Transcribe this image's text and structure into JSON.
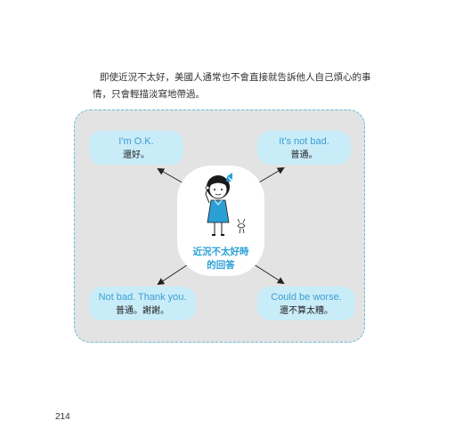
{
  "intro_text": "即使近況不太好，美國人通常也不會直接就告訴他人自己煩心的事情，只會輕描淡寫地帶過。",
  "center_label_line1": "近況不太好時",
  "center_label_line2": "的回答",
  "bubbles": [
    {
      "en": "I'm O.K.",
      "zh": "還好。"
    },
    {
      "en": "It's not bad.",
      "zh": "普通。"
    },
    {
      "en": "Not bad. Thank you.",
      "zh": "普通。謝謝。"
    },
    {
      "en": "Could be worse.",
      "zh": "還不算太糟。"
    }
  ],
  "page_number": "214",
  "colors": {
    "accent": "#2a9fd6",
    "bubble": "#c9ecf9",
    "panel": "#e3e3e3",
    "border": "#5cc0e0"
  }
}
